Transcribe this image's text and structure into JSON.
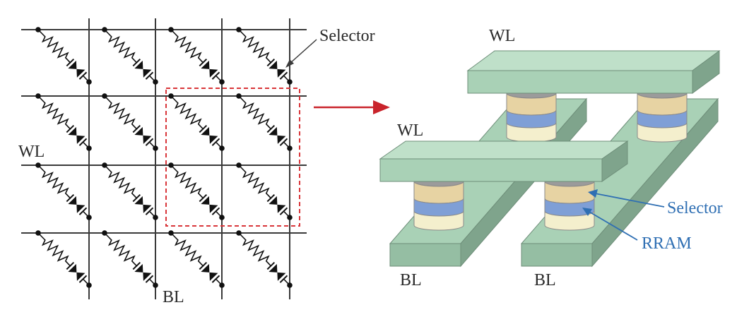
{
  "schematic": {
    "labels": {
      "selector": "Selector",
      "wl": "WL",
      "bl": "BL"
    },
    "rows": 4,
    "cols": 4
  },
  "structure": {
    "labels": {
      "wl_top": "WL",
      "wl_front": "WL",
      "bl_left": "BL",
      "bl_right": "BL",
      "selector": "Selector",
      "rram": "RRAM"
    }
  },
  "colors": {
    "rail": "#a9d1b6",
    "rail_side": "#7fa48c",
    "rail_end": "#95bea3",
    "layer_top": "#e7d3a3",
    "layer_mid": "#7f9fd6",
    "layer_bottom": "#f4efcd",
    "cap": "#9b9b9b",
    "highlight_box": "#d9363a",
    "arrow": "#c9232b",
    "blue_text": "#2f6fb3"
  }
}
